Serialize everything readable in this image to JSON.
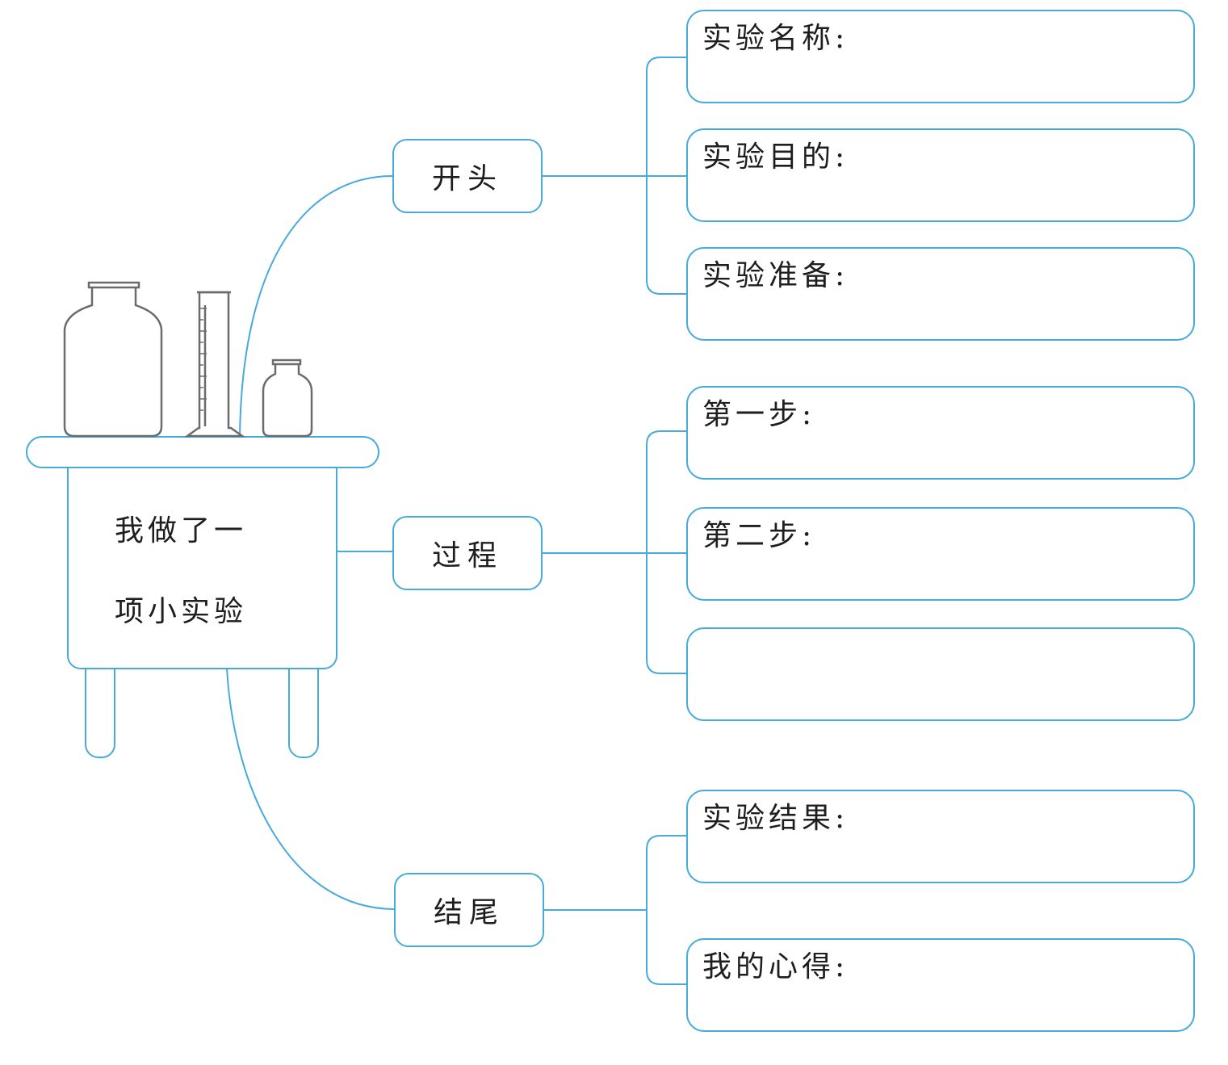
{
  "center": {
    "line1": "我做了一",
    "line2": "项小实验"
  },
  "branches": [
    {
      "label": "开头",
      "items": [
        "实验名称:",
        "实验目的:",
        "实验准备:"
      ]
    },
    {
      "label": "过程",
      "items": [
        "第一步:",
        "第二步:",
        ""
      ]
    },
    {
      "label": "结尾",
      "items": [
        "实验结果:",
        "我的心得:"
      ]
    }
  ],
  "colors": {
    "line": "#46aadc",
    "outline": "#6b6b6b"
  }
}
